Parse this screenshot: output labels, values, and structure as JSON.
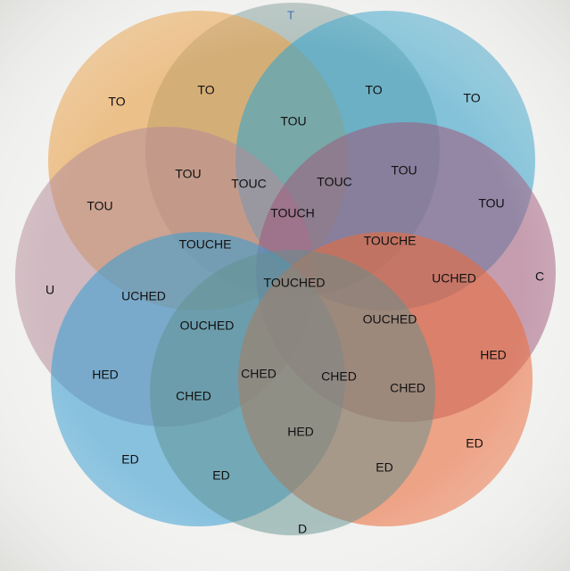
{
  "colors": {
    "background": "#f1f1ef",
    "circle_T": "#7f9a98",
    "circle_TO_orange": "#e9a24a",
    "circle_TO_blue": "#3aa3c9",
    "circle_U": "#b48a99",
    "circle_C": "#a0587a",
    "circle_ED_blue": "#3b9ed3",
    "circle_ED_orange": "#ea6a3a",
    "circle_D": "#5f8f8e"
  },
  "letters": {
    "t": "T",
    "u": "U",
    "c": "C",
    "d": "D"
  },
  "regions": {
    "to_left": "TO",
    "to_top_left": "TO",
    "to_top_right": "TO",
    "to_right": "TO",
    "tou_center_top": "TOU",
    "tou_left": "TOU",
    "tou_left_inner": "TOU",
    "tou_right_inner": "TOU",
    "tou_right": "TOU",
    "touc_left": "TOUC",
    "touc_right": "TOUC",
    "touch": "TOUCH",
    "touche_left": "TOUCHE",
    "touche_right": "TOUCHE",
    "touched": "TOUCHED",
    "uched_left": "UCHED",
    "uched_right": "UCHED",
    "ouched_left": "OUCHED",
    "ouched_right": "OUCHED",
    "hed_left": "HED",
    "hed_right": "HED",
    "hed_bottom": "HED",
    "ched_left_outer": "CHED",
    "ched_left_inner": "CHED",
    "ched_right_inner": "CHED",
    "ched_right_outer": "CHED",
    "ed_left": "ED",
    "ed_left_inner": "ED",
    "ed_right_inner": "ED",
    "ed_right": "ED"
  }
}
